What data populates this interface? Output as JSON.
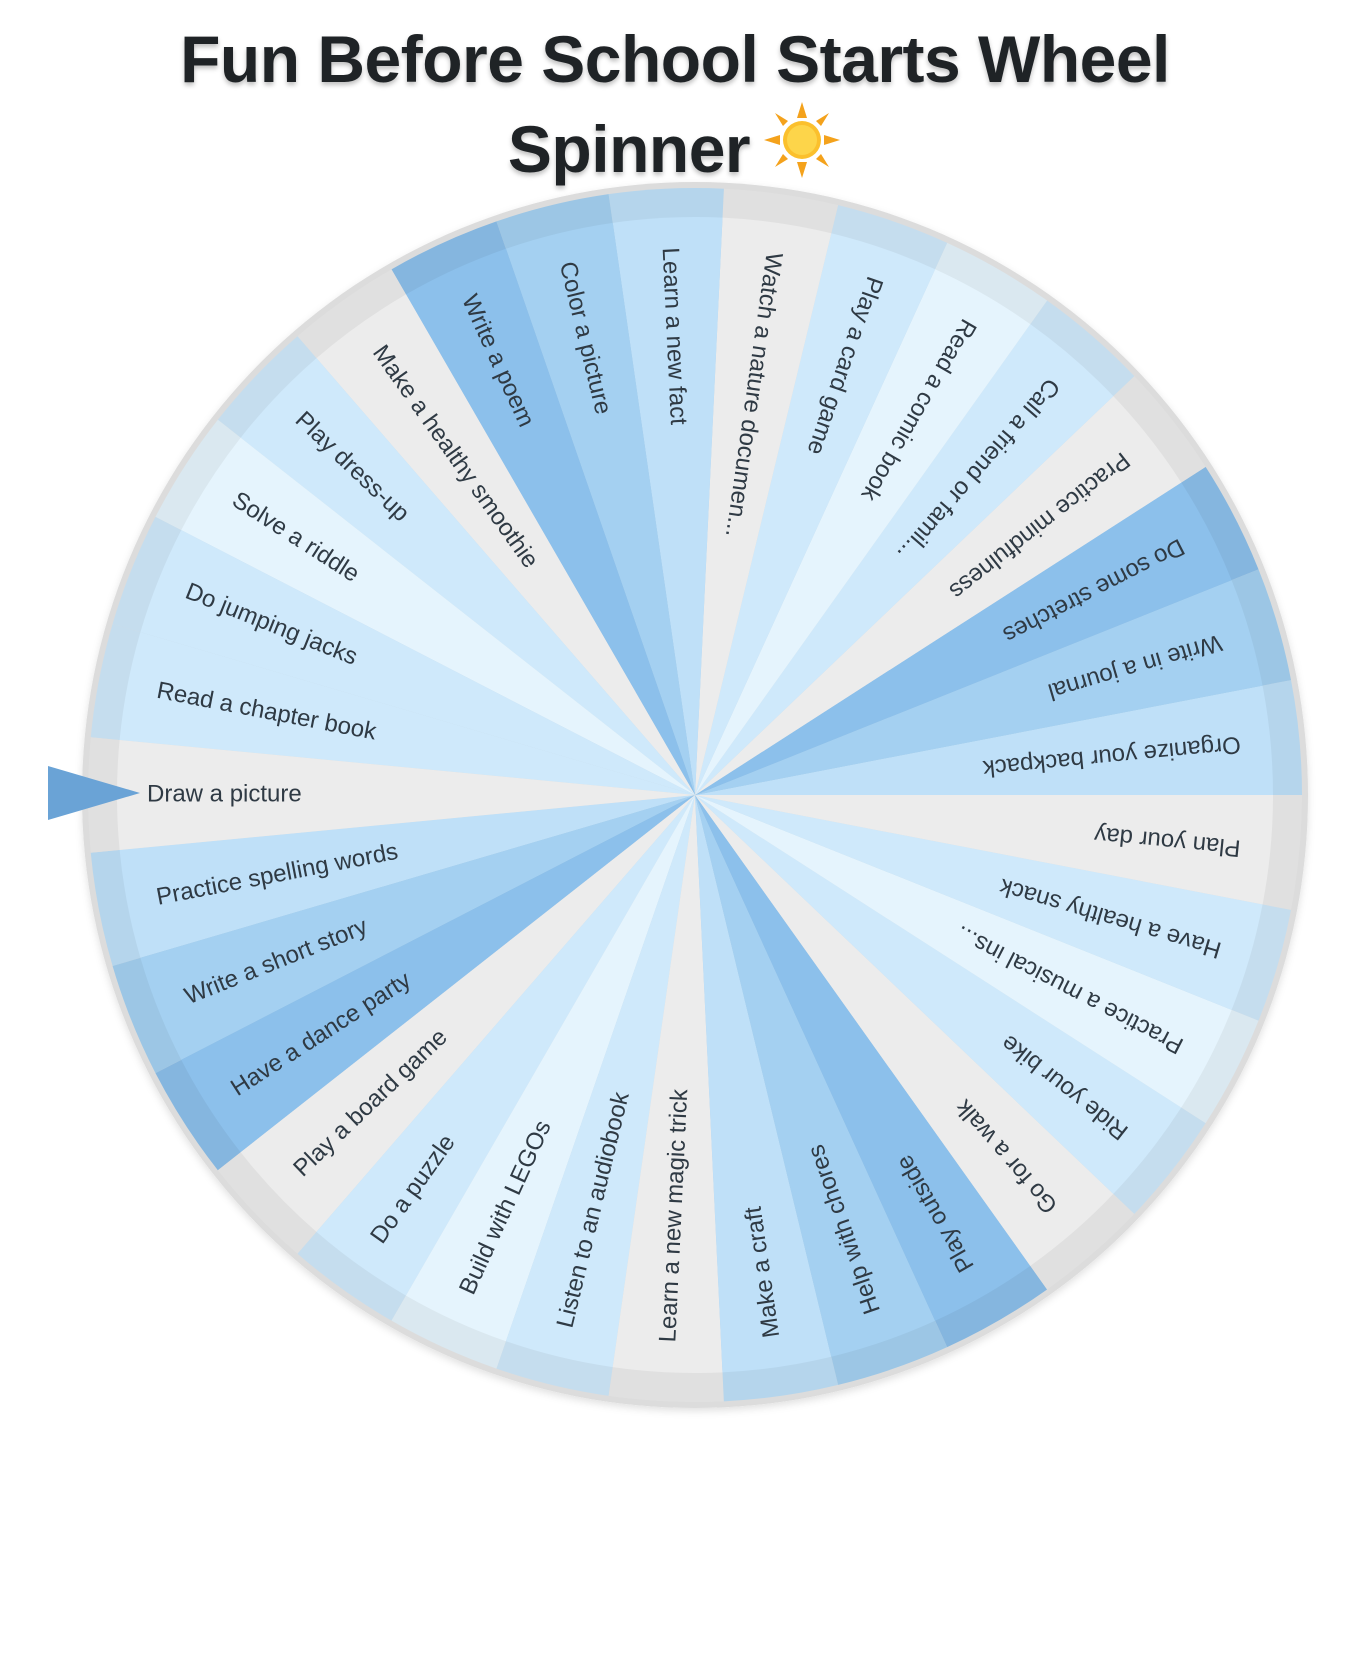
{
  "page": {
    "title": "Fun Before School Starts Wheel Spinner",
    "title_icon": "sun-icon"
  },
  "wheel": {
    "pointer_icon": "triangle-pointer-icon",
    "selected": "Practice spelling words",
    "colors": {
      "blue_1": "#bfe0f8",
      "blue_2": "#a4d0f1",
      "blue_3": "#8cc0eb",
      "pale": "#cfe9fb",
      "very_pale": "#e5f4fd",
      "gray": "#ececec",
      "rim": "#dcdcdc",
      "pointer": "#6aa3d6"
    },
    "segments": [
      {
        "label": "Practice spelling words",
        "color": "blue_1"
      },
      {
        "label": "Write a short story",
        "color": "blue_2"
      },
      {
        "label": "Have a dance party",
        "color": "blue_3"
      },
      {
        "label": "Play a board game",
        "color": "gray"
      },
      {
        "label": "Do a puzzle",
        "color": "pale"
      },
      {
        "label": "Build with LEGOs",
        "color": "very_pale"
      },
      {
        "label": "Listen to an audiobook",
        "color": "pale"
      },
      {
        "label": "Learn a new magic trick",
        "color": "gray"
      },
      {
        "label": "Make a craft",
        "color": "blue_1"
      },
      {
        "label": "Help with chores",
        "color": "blue_2"
      },
      {
        "label": "Play outside",
        "color": "blue_3"
      },
      {
        "label": "Go for a walk",
        "color": "gray"
      },
      {
        "label": "Ride your bike",
        "color": "pale"
      },
      {
        "label": "Practice a musical ins...",
        "color": "very_pale"
      },
      {
        "label": "Have a healthy snack",
        "color": "pale"
      },
      {
        "label": "Plan your day",
        "color": "gray"
      },
      {
        "label": "Organize your backpack",
        "color": "blue_1"
      },
      {
        "label": "Write in a journal",
        "color": "blue_2"
      },
      {
        "label": "Do some stretches",
        "color": "blue_3"
      },
      {
        "label": "Practice mindfulness",
        "color": "gray"
      },
      {
        "label": "Call a friend or famil...",
        "color": "pale"
      },
      {
        "label": "Read a comic book",
        "color": "very_pale"
      },
      {
        "label": "Play a card game",
        "color": "pale"
      },
      {
        "label": "Watch a nature documen...",
        "color": "gray"
      },
      {
        "label": "Learn a new fact",
        "color": "blue_1"
      },
      {
        "label": "Color a picture",
        "color": "blue_2"
      },
      {
        "label": "Write a poem",
        "color": "blue_3"
      },
      {
        "label": "Make a healthy smoothie",
        "color": "gray"
      },
      {
        "label": "Play dress-up",
        "color": "pale"
      },
      {
        "label": "Solve a riddle",
        "color": "very_pale"
      },
      {
        "label": "Do jumping jacks",
        "color": "pale"
      },
      {
        "label": "Read a chapter book",
        "color": "pale"
      },
      {
        "label": "Draw a picture",
        "color": "gray"
      }
    ]
  }
}
